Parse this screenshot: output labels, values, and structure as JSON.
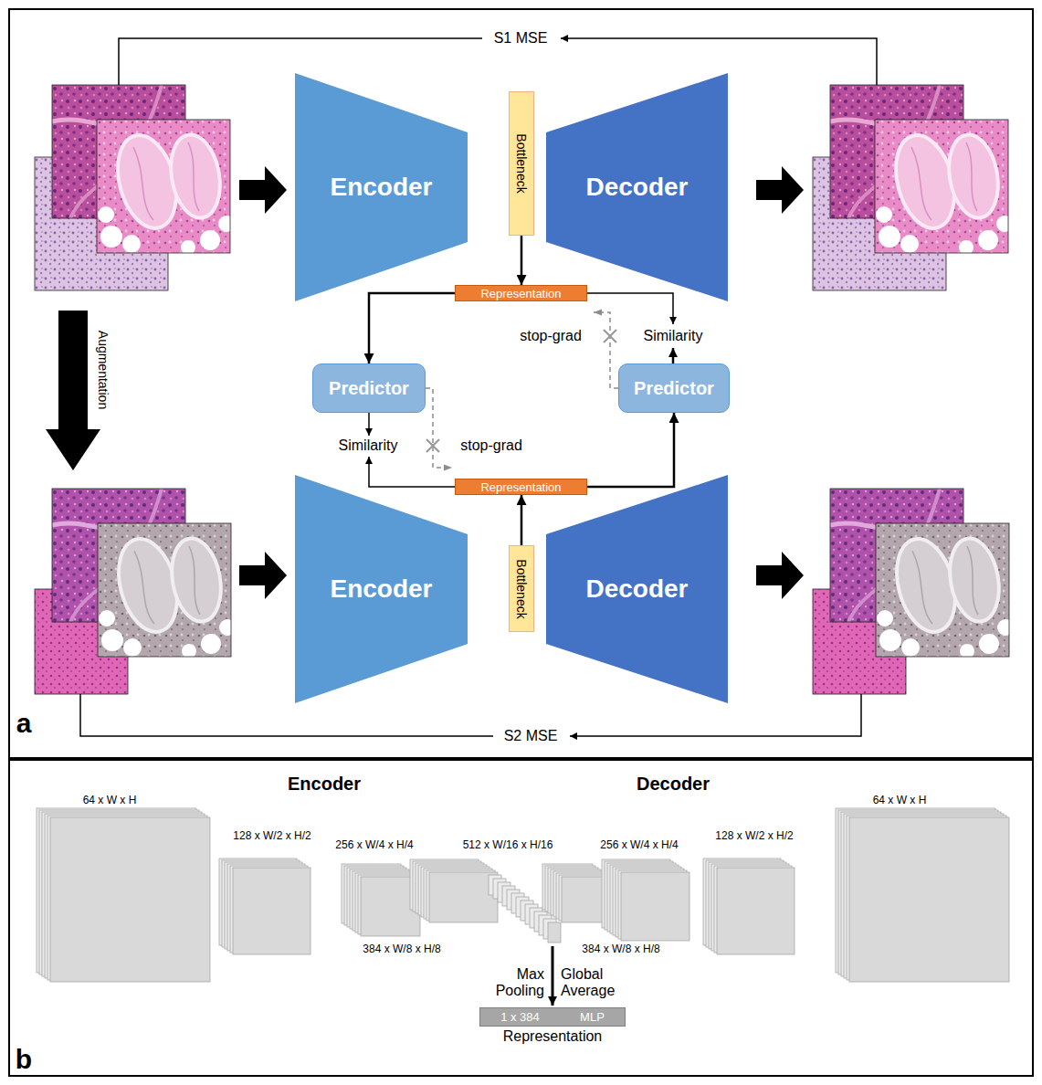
{
  "diagram": {
    "nodes": [
      {
        "text": [
          "Encoder"
        ]
      },
      {
        "text": [
          "Bottleneck"
        ]
      },
      {
        "text": [
          "Decoder"
        ]
      },
      {
        "text": [
          "Representation"
        ]
      },
      {
        "text": [
          "Predictor"
        ]
      },
      {
        "text": [
          "Predictor"
        ]
      },
      {
        "text": [
          "Representation"
        ]
      },
      {
        "text": [
          "Encoder"
        ]
      },
      {
        "text": [
          "Bottleneck"
        ]
      },
      {
        "text": [
          "Decoder"
        ]
      },
      {
        "text": [
          "1 x 384",
          "MLP",
          "Representation"
        ]
      }
    ],
    "edges": [
      {
        "from": 1,
        "to": 3,
        "arrow": "to"
      },
      {
        "from": 3,
        "to": 4,
        "arrow": "to"
      },
      {
        "from": 8,
        "to": 6,
        "arrow": "to"
      },
      {
        "from": 6,
        "to": 5,
        "arrow": "to"
      }
    ],
    "labels": [
      "S1 MSE",
      "Augmentation",
      "stop-grad",
      "Similarity",
      "Similarity",
      "stop-grad",
      "S2 MSE",
      "a",
      "Encoder",
      "Decoder",
      "64 x W x H",
      "128 x W/2 x H/2",
      "256 x W/4 x H/4",
      "512 x W/16 x H/16",
      "256 x W/4 x H/4",
      "128 x W/2 x H/2",
      "64 x W x H",
      "384 x W/8 x H/8",
      "384 x W/8 x H/8",
      "Max Pooling",
      "Global Average",
      "b"
    ]
  }
}
